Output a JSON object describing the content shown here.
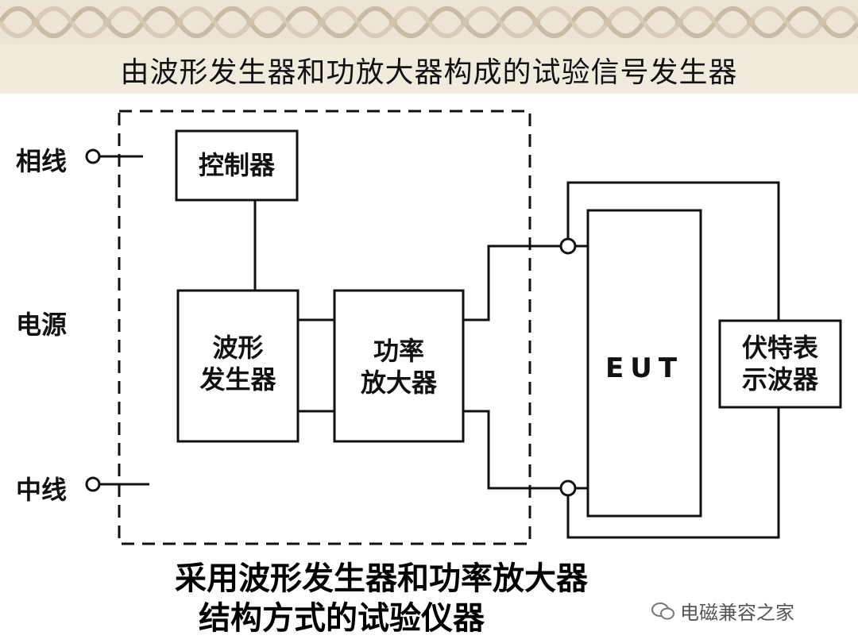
{
  "title": "由波形发生器和功放大器构成的试验信号发生器",
  "labels": {
    "phase": "相线",
    "power": "电源",
    "neutral": "中线"
  },
  "boxes": {
    "controller": "控制器",
    "waveform_line1": "波形",
    "waveform_line2": "发生器",
    "amplifier_line1": "功率",
    "amplifier_line2": "放大器",
    "eut": "EUT",
    "oscilloscope_line1": "伏特表",
    "oscilloscope_line2": "示波器"
  },
  "caption": {
    "line1": "采用波形发生器和功率放大器",
    "line2": "结构方式的试验仪器"
  },
  "watermark": "电磁兼容之家",
  "colors": {
    "line": "#111111",
    "banner": "#efe8da"
  }
}
